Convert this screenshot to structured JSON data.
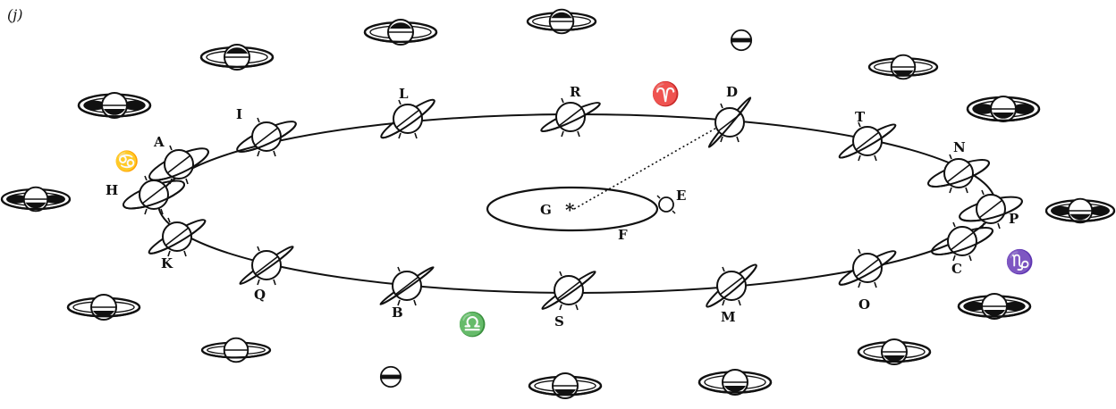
{
  "figure": {
    "panel_label": "(j)",
    "sun_label": "G",
    "sun_glyph": "*",
    "earth_label": "E",
    "earth_orbit_point_label": "F"
  },
  "saturn_positions": [
    {
      "label": "A",
      "tilt": -25,
      "ring": 0.55
    },
    {
      "label": "H",
      "tilt": -20,
      "ring": 0.55
    },
    {
      "label": "K",
      "tilt": -30,
      "ring": 0.35
    },
    {
      "label": "I",
      "tilt": -25,
      "ring": 0.45
    },
    {
      "label": "L",
      "tilt": -35,
      "ring": 0.35
    },
    {
      "label": "R",
      "tilt": -25,
      "ring": 0.3
    },
    {
      "label": "D",
      "tilt": -50,
      "ring": 0.05
    },
    {
      "label": "T",
      "tilt": -30,
      "ring": 0.3
    },
    {
      "label": "N",
      "tilt": -20,
      "ring": 0.5
    },
    {
      "label": "P",
      "tilt": -15,
      "ring": 0.55
    },
    {
      "label": "C",
      "tilt": -20,
      "ring": 0.5
    },
    {
      "label": "O",
      "tilt": -30,
      "ring": 0.35
    },
    {
      "label": "M",
      "tilt": -40,
      "ring": 0.3
    },
    {
      "label": "S",
      "tilt": -35,
      "ring": 0.2
    },
    {
      "label": "B",
      "tilt": -35,
      "ring": 0.05
    },
    {
      "label": "Q",
      "tilt": -35,
      "ring": 0.2
    }
  ],
  "zodiac_symbols": [
    {
      "name": "aries",
      "glyph": "♈"
    },
    {
      "name": "cancer",
      "glyph": "♋"
    },
    {
      "name": "libra",
      "glyph": "♎"
    },
    {
      "name": "capricorn",
      "glyph": "♑"
    }
  ],
  "outer_views": [
    {
      "name": "view-top-1",
      "open": 0.35,
      "dark": "upper"
    },
    {
      "name": "view-top-2",
      "open": 0.3,
      "dark": "upper"
    },
    {
      "name": "view-top-3",
      "open": 0.0,
      "dark": "band"
    },
    {
      "name": "view-top-4",
      "open": 0.3,
      "dark": "lower"
    },
    {
      "name": "view-left-1",
      "open": 0.35,
      "dark": "upper"
    },
    {
      "name": "view-left-2",
      "open": 0.45,
      "dark": "sides"
    },
    {
      "name": "view-left-3",
      "open": 0.4,
      "dark": "sides"
    },
    {
      "name": "view-left-4",
      "open": 0.3,
      "dark": "lower"
    },
    {
      "name": "view-bottom-1",
      "open": 0.2,
      "dark": "none"
    },
    {
      "name": "view-bottom-2",
      "open": 0.0,
      "dark": "band"
    },
    {
      "name": "view-bottom-3",
      "open": 0.3,
      "dark": "lower"
    },
    {
      "name": "view-bottom-4",
      "open": 0.4,
      "dark": "lower"
    },
    {
      "name": "view-right-1",
      "open": 0.35,
      "dark": "lower"
    },
    {
      "name": "view-right-2",
      "open": 0.4,
      "dark": "sides"
    },
    {
      "name": "view-right-3",
      "open": 0.45,
      "dark": "sides"
    },
    {
      "name": "view-right-4",
      "open": 0.5,
      "dark": "sides"
    }
  ]
}
